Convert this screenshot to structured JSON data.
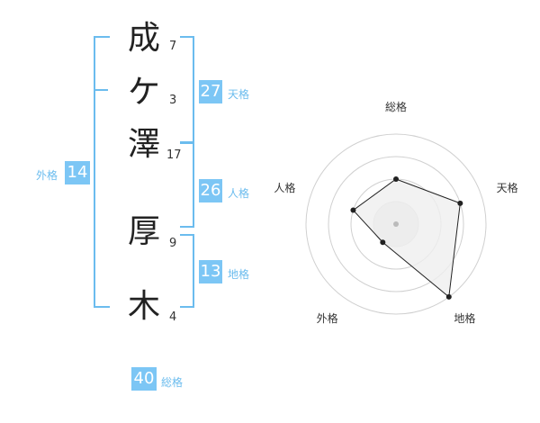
{
  "name": {
    "chars": [
      {
        "char": "成",
        "strokes": "7"
      },
      {
        "char": "ケ",
        "strokes": "3"
      },
      {
        "char": "澤",
        "strokes": "17"
      },
      {
        "char": "厚",
        "strokes": "9"
      },
      {
        "char": "木",
        "strokes": "4"
      }
    ]
  },
  "fortunes": {
    "tenkaku": {
      "value": "27",
      "label": "天格"
    },
    "jinkaku": {
      "value": "26",
      "label": "人格"
    },
    "chikaku": {
      "value": "13",
      "label": "地格"
    },
    "gaikaku": {
      "value": "14",
      "label": "外格"
    },
    "soukaku": {
      "value": "40",
      "label": "総格"
    }
  },
  "colors": {
    "accent": "#7cc6f5",
    "bracket": "#6bbcee",
    "radar_fill": "#efefef",
    "radar_line": "#222222"
  },
  "chart_data": {
    "type": "radar",
    "axes": [
      "総格",
      "天格",
      "地格",
      "外格",
      "人格"
    ],
    "rings": 4,
    "max": 4,
    "values": [
      2,
      3,
      4,
      1,
      2
    ]
  }
}
